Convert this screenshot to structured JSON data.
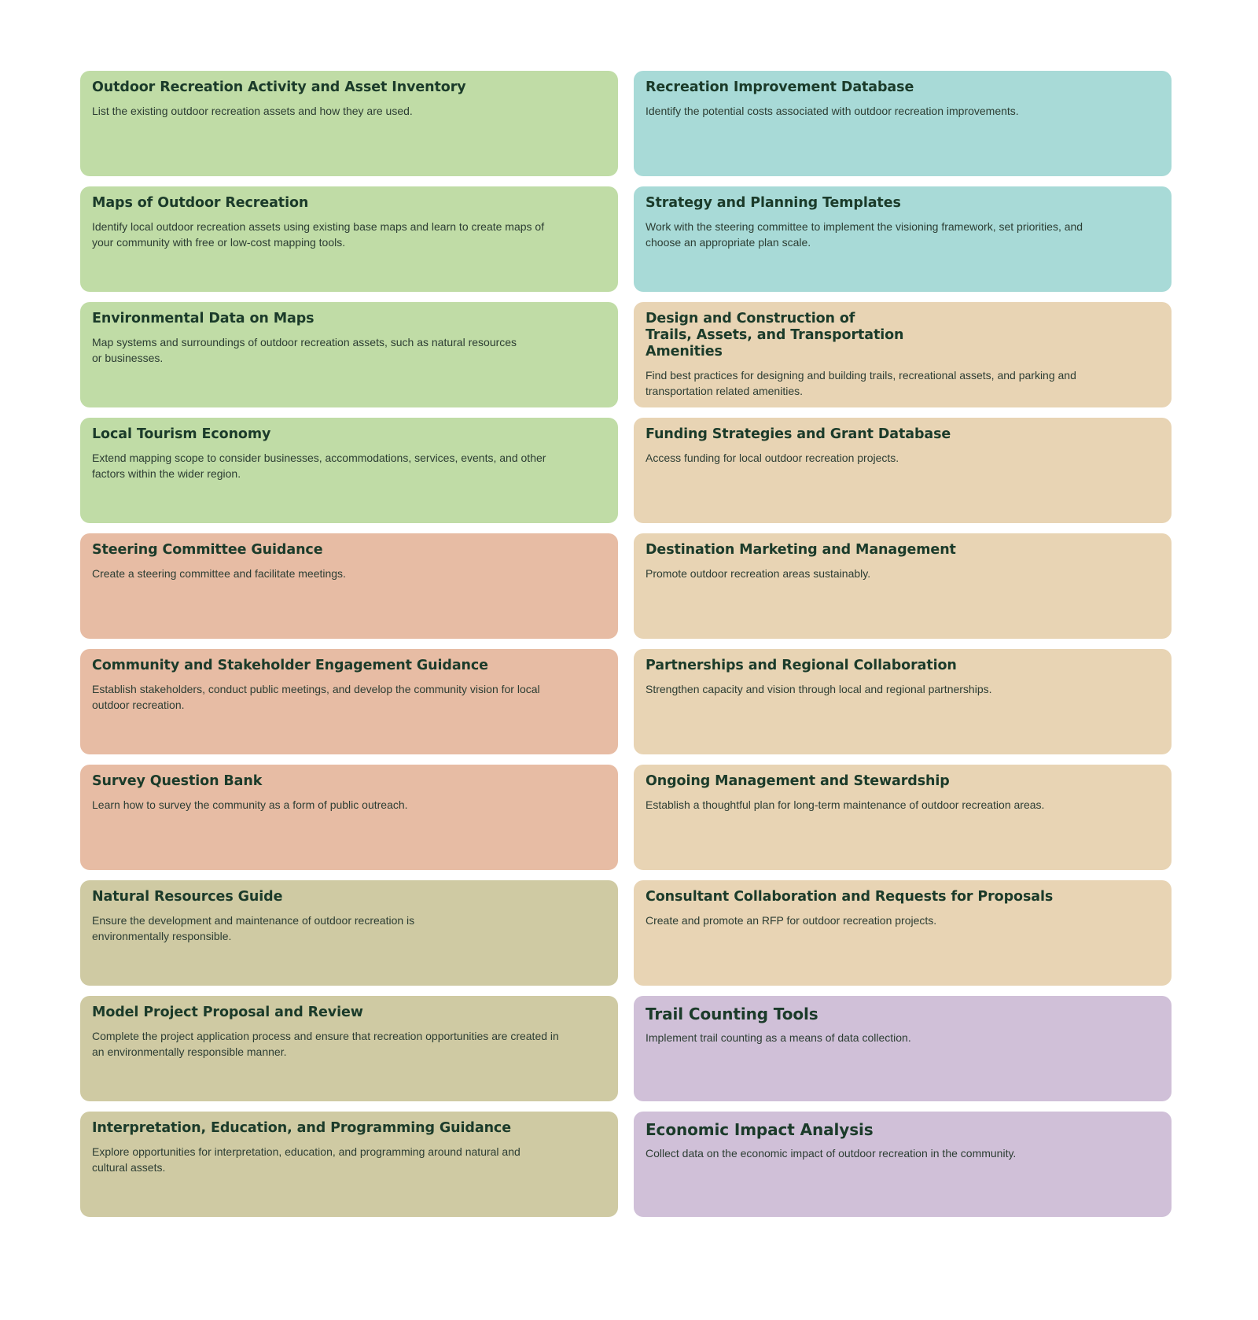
{
  "colors": {
    "green": "#c0dca6",
    "teal": "#a8dad7",
    "tan": "#e8d4b4",
    "salmon": "#e7bca4",
    "khaki": "#cfcaa3",
    "lilac": "#d0c0d8",
    "title_text": "#1b3b2a"
  },
  "cards": [
    {
      "title": "Outdoor Recreation Activity and Asset Inventory",
      "desc": "List the existing outdoor recreation assets and how they are used.",
      "color": "green"
    },
    {
      "title": "Recreation Improvement Database",
      "desc": "Identify the potential costs associated with outdoor recreation improvements.",
      "color": "teal"
    },
    {
      "title": "Maps of Outdoor Recreation",
      "desc": "Identify local outdoor recreation assets using existing base maps and learn to create maps of your community with free or low-cost mapping tools.",
      "color": "green"
    },
    {
      "title": "Strategy and Planning Templates",
      "desc": "Work with the steering committee to implement the visioning framework, set priorities, and choose an appropriate plan scale.",
      "color": "teal"
    },
    {
      "title": "Environmental Data on Maps",
      "desc": "Map systems and surroundings of outdoor recreation assets, such as natural resources or businesses.",
      "color": "green"
    },
    {
      "title": "Design and Construction of Trails, Assets, and Transportation Amenities",
      "desc": "Find best practices for designing and building trails, recreational assets, and parking and transportation related amenities.",
      "color": "tan"
    },
    {
      "title": "Local Tourism Economy",
      "desc": "Extend mapping scope to consider businesses, accommodations, services, events, and other factors within the wider region.",
      "color": "green"
    },
    {
      "title": "Funding Strategies and Grant Database",
      "desc": "Access funding for local outdoor recreation projects.",
      "color": "tan"
    },
    {
      "title": "Steering Committee Guidance",
      "desc": "Create a steering committee and facilitate meetings.",
      "color": "salmon"
    },
    {
      "title": "Destination Marketing and Management",
      "desc": "Promote outdoor recreation areas sustainably.",
      "color": "tan"
    },
    {
      "title": "Community and Stakeholder Engagement Guidance",
      "desc": "Establish stakeholders, conduct public meetings, and develop the community vision for local outdoor recreation.",
      "color": "salmon"
    },
    {
      "title": "Partnerships and Regional Collaboration",
      "desc": "Strengthen capacity and vision through local and regional partnerships.",
      "color": "tan"
    },
    {
      "title": "Survey Question Bank",
      "desc": "Learn how to survey the community as a form of public outreach.",
      "color": "salmon"
    },
    {
      "title": "Ongoing Management and Stewardship",
      "desc": "Establish a thoughtful plan for long-term maintenance of outdoor recreation areas.",
      "color": "tan"
    },
    {
      "title": "Natural Resources Guide",
      "desc": "Ensure the development and maintenance of outdoor recreation is environmentally responsible.",
      "color": "khaki"
    },
    {
      "title": "Consultant Collaboration and Requests for Proposals",
      "desc": "Create and promote an RFP for outdoor recreation projects.",
      "color": "tan"
    },
    {
      "title": "Model Project Proposal and Review",
      "desc": "Complete the project application process and ensure that recreation opportunities are created in an environmentally responsible manner.",
      "color": "khaki"
    },
    {
      "title": "Trail Counting Tools",
      "desc": "Implement trail counting as a means of data collection.",
      "color": "lilac"
    },
    {
      "title": "Interpretation, Education, and Programming Guidance",
      "desc": "Explore opportunities for interpretation, education, and programming around natural and cultural assets.",
      "color": "khaki"
    },
    {
      "title": "Economic Impact Analysis",
      "desc": "Collect data on the economic impact of outdoor recreation in the community.",
      "color": "lilac"
    }
  ]
}
